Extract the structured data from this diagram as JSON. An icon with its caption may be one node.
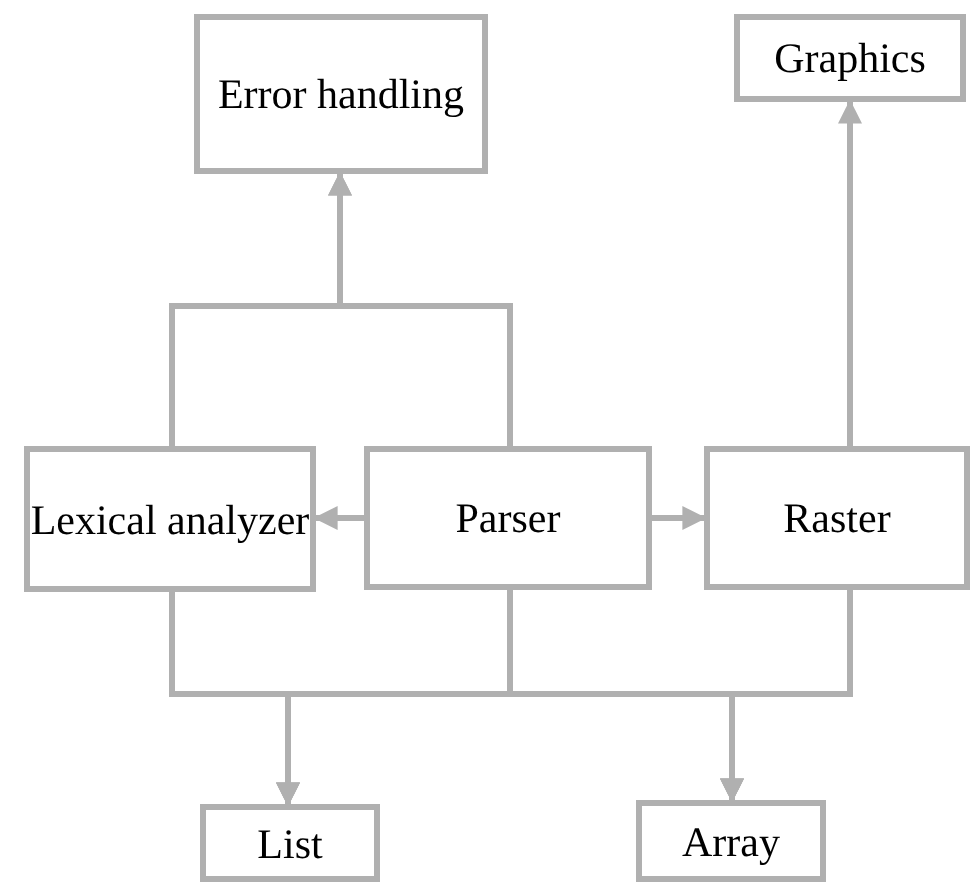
{
  "diagram": {
    "nodes": [
      {
        "text": [
          "Error handling"
        ]
      },
      {
        "text": [
          "Graphics"
        ]
      },
      {
        "text": [
          "Lexical analyzer"
        ]
      },
      {
        "text": [
          "Parser"
        ]
      },
      {
        "text": [
          "Raster"
        ]
      },
      {
        "text": [
          "List"
        ]
      },
      {
        "text": [
          "Array"
        ]
      }
    ],
    "edges": [
      {
        "from": 2,
        "to": 0,
        "arrow": "to"
      },
      {
        "from": 3,
        "to": 0,
        "arrow": "to"
      },
      {
        "from": 4,
        "to": 1,
        "arrow": "to"
      },
      {
        "from": 3,
        "to": 2,
        "arrow": "to"
      },
      {
        "from": 3,
        "to": 4,
        "arrow": "to"
      },
      {
        "from": 2,
        "to": 5,
        "arrow": "to"
      },
      {
        "from": 2,
        "to": 6,
        "arrow": "to"
      },
      {
        "from": 3,
        "to": 5,
        "arrow": "to"
      },
      {
        "from": 3,
        "to": 6,
        "arrow": "to"
      },
      {
        "from": 4,
        "to": 5,
        "arrow": "to"
      },
      {
        "from": 4,
        "to": 6,
        "arrow": "to"
      }
    ]
  }
}
